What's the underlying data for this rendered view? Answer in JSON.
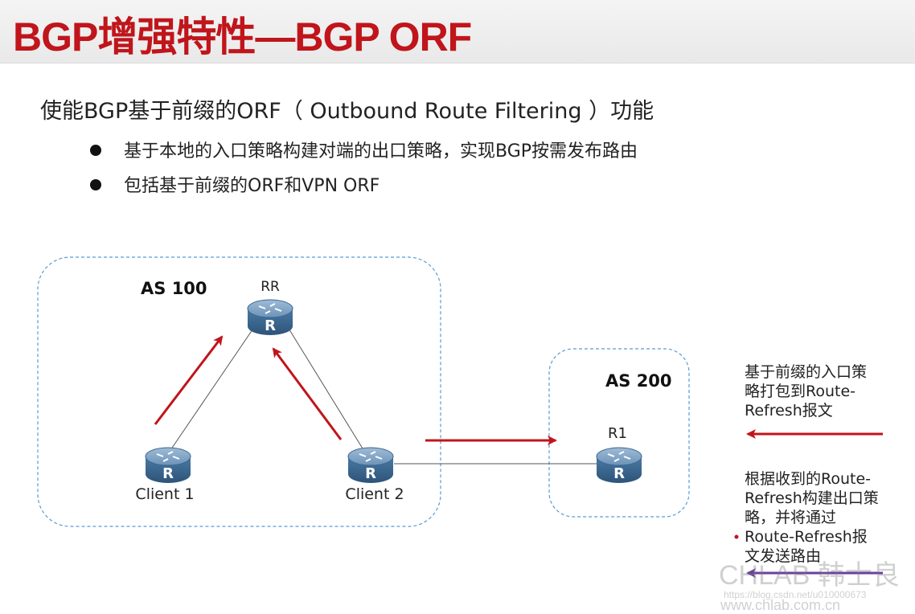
{
  "title": "BGP增强特性—BGP ORF",
  "main_point": "使能BGP基于前缀的ORF（ Outbound Route Filtering ）功能",
  "bullets": [
    "基于本地的入口策略构建对端的出口策略，实现BGP按需发布路由",
    "包括基于前缀的ORF和VPN ORF"
  ],
  "diagram": {
    "areas": [
      {
        "label": "AS 100"
      },
      {
        "label": "AS 200"
      }
    ],
    "routers": [
      {
        "id": "rr",
        "label": "RR",
        "icon_letter": "R"
      },
      {
        "id": "client1",
        "label": "Client 1",
        "icon_letter": "R"
      },
      {
        "id": "client2",
        "label": "Client 2",
        "icon_letter": "R"
      },
      {
        "id": "r1",
        "label": "R1",
        "icon_letter": "R"
      }
    ],
    "links": [
      [
        "client1",
        "rr"
      ],
      [
        "client2",
        "rr"
      ],
      [
        "client2",
        "r1"
      ]
    ],
    "notes": [
      {
        "lines": [
          "基于前缀的入口策",
          "略打包到Route-",
          "Refresh报文"
        ]
      },
      {
        "lines": [
          "根据收到的Route-",
          "Refresh构建出口策",
          "略，并将通过",
          "Route-Refresh报",
          "文发送路由"
        ]
      }
    ]
  },
  "watermark": {
    "brand": "CHLAB 韩士良",
    "url": "www.chlab.com.cn",
    "blog": "https://blog.csdn.net/u010000673"
  },
  "colors": {
    "title": "#c0151b",
    "red_arrow": "#c0151b",
    "purple_arrow": "#6b3fa0",
    "area_border": "#5b9bd5",
    "router_body": "#3f6d95"
  }
}
